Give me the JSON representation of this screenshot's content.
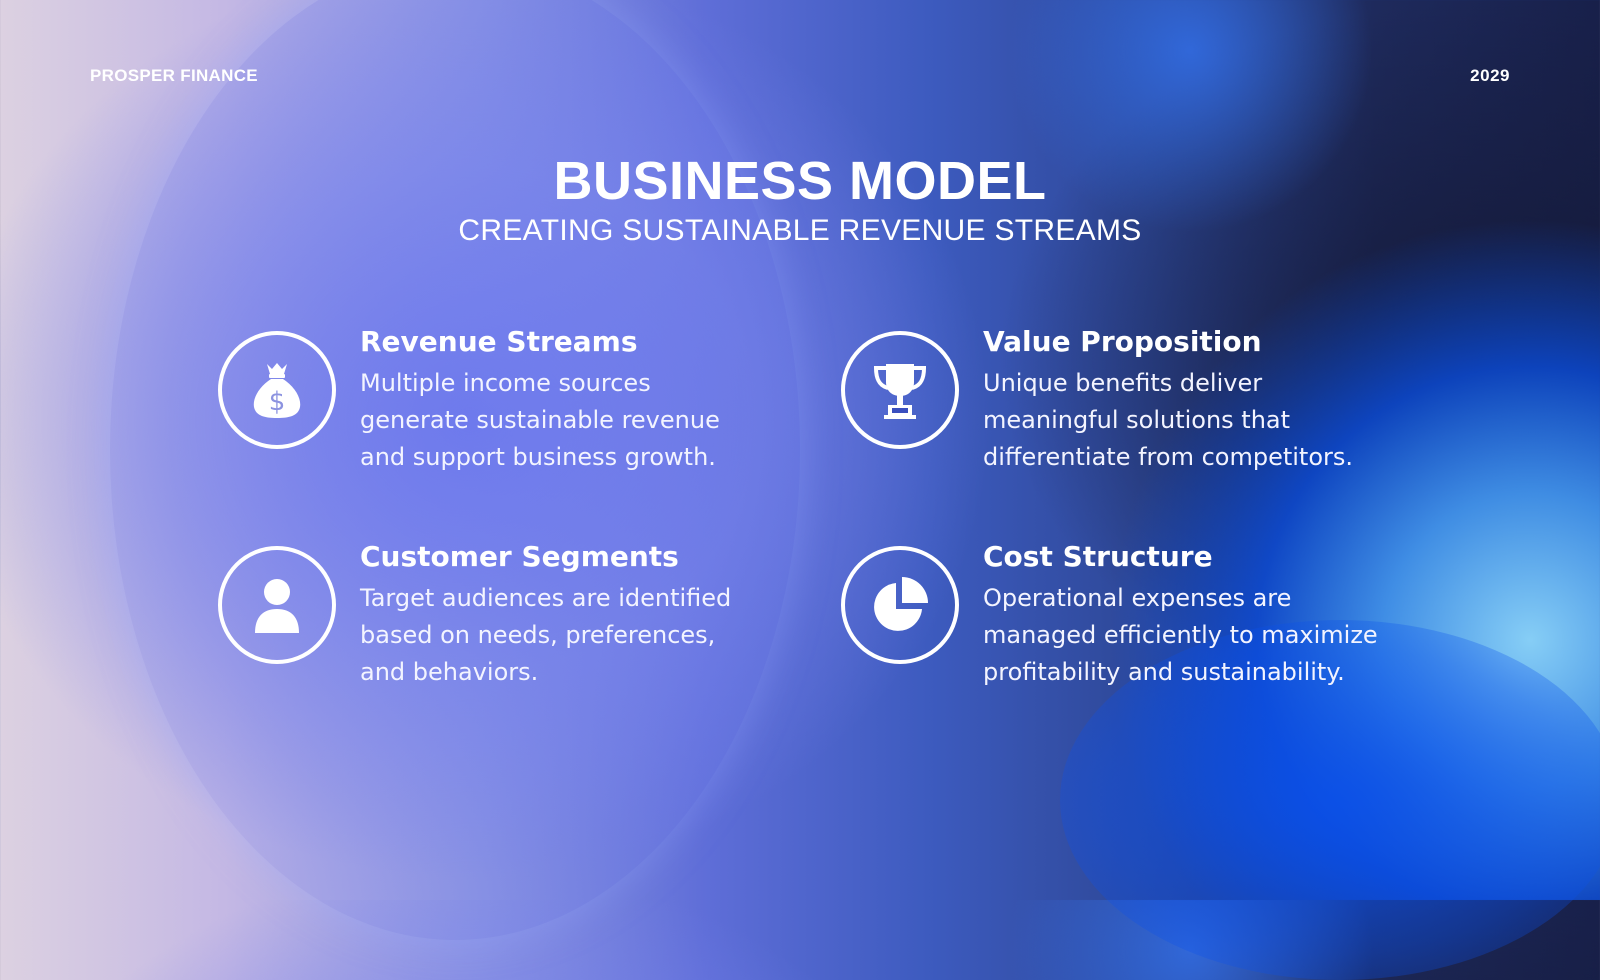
{
  "header": {
    "brand": "PROSPER FINANCE",
    "year": "2029"
  },
  "main": {
    "title": "BUSINESS MODEL",
    "subtitle": "CREATING SUSTAINABLE REVENUE STREAMS"
  },
  "cards": [
    {
      "icon": "money-bag-icon",
      "title": "Revenue Streams",
      "description": "Multiple income sources generate sustainable revenue and support business growth."
    },
    {
      "icon": "trophy-icon",
      "title": "Value Proposition",
      "description": "Unique benefits deliver meaningful solutions that differentiate from competitors."
    },
    {
      "icon": "user-icon",
      "title": "Customer Segments",
      "description": "Target audiences are identified based on needs, preferences, and behaviors."
    },
    {
      "icon": "pie-chart-icon",
      "title": "Cost Structure",
      "description": "Operational expenses are managed efficiently to maximize profitability and sustainability."
    }
  ],
  "colors": {
    "text": "#ffffff",
    "accent_blue": "#0a50e6",
    "dark_navy": "#18204a",
    "lavender": "#c4b8e4"
  }
}
